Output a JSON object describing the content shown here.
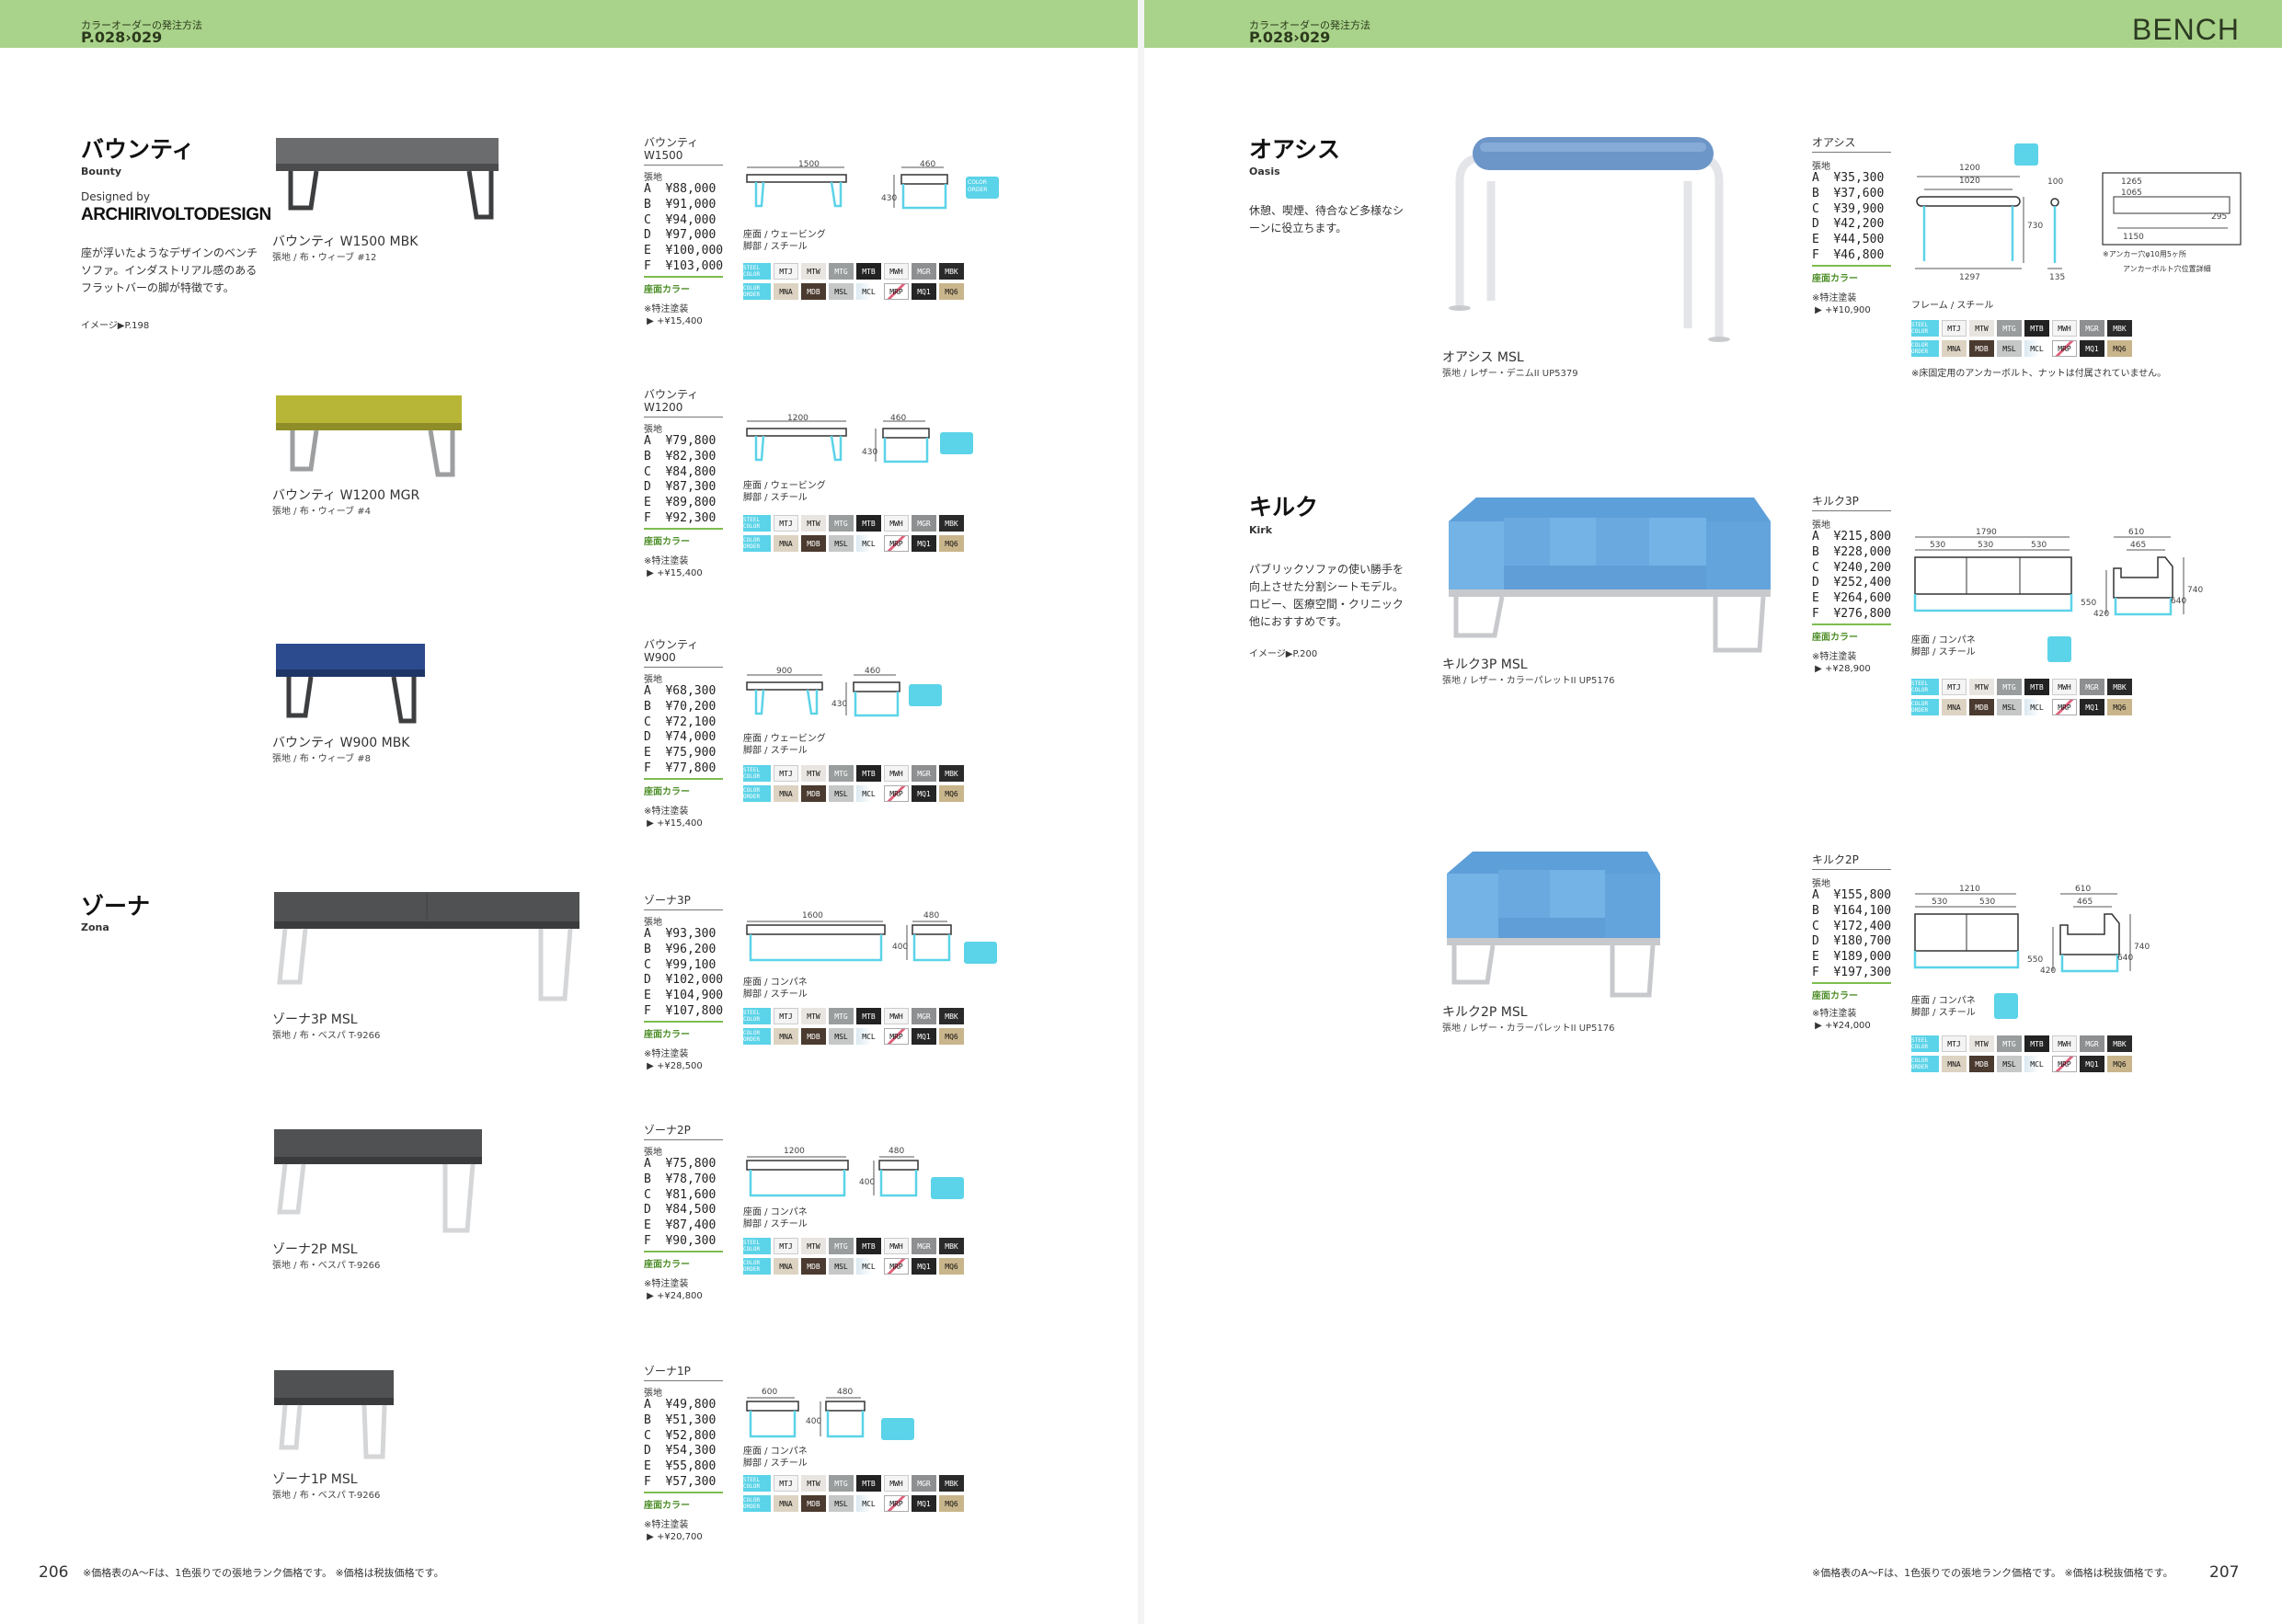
{
  "header": {
    "left_label": "カラーオーダーの発注方法",
    "left_page": "P.028›029",
    "right_label": "カラーオーダーの発注方法",
    "right_page": "P.028›029",
    "section": "BENCH"
  },
  "common": {
    "spec_label": "張地",
    "option_label": "座面カラー",
    "logo_text": "COLOR ORDER",
    "tag_top": "STEEL COLOR",
    "tag_bottom": "COLOR ORDER"
  },
  "swatch_colors": {
    "MTJ": "#f4f4f4",
    "MTW": "#e8e4df",
    "MTG": "#9a9d9d",
    "MTB": "#222222",
    "MWH": "#f4f4f4",
    "MGR": "#8d8f90",
    "MBK": "#2a2a2a",
    "MNA": "#ddd3c2",
    "MDB": "#4b3a2f",
    "MSL": "#c6c7c7",
    "MCL": "#ffffff",
    "MRP": "#f4f4f4",
    "MQ1": "#252525",
    "MQ6": "#c9b58b"
  },
  "bounty": {
    "title": "バウンティ",
    "subtitle": "Bounty",
    "designed_by": "Designed by",
    "designer": "ARCHIRIVOLTODESIGN",
    "desc": "座が浮いたようなデザインのベンチソファ。インダストリアル感のあるフラットバーの脚が特徴です。",
    "image_ref": "イメージ▶P.198"
  },
  "zona": {
    "title": "ゾーナ",
    "subtitle": "Zona"
  },
  "oasis": {
    "title": "オアシス",
    "subtitle": "Oasis",
    "desc": "休憩、喫煙、待合など多様なシーンに役立ちます。"
  },
  "kirk": {
    "title": "キルク",
    "subtitle": "Kirk",
    "desc": "パブリックソファの使い勝手を向上させた分割シートモデル。ロビー、医療空間・クリニック他におすすめです。",
    "image_ref": "イメージ▶P.200"
  },
  "products": [
    {
      "id": "bw1500",
      "caption": "バウンティ W1500 MBK",
      "caption_sub": "張地 / 布・ウィーブ #12",
      "spec_name": [
        "バウンティ",
        "W1500"
      ],
      "prices": "A  ¥88,000\nB  ¥91,000\nC  ¥94,000\nD  ¥97,000\nE  ¥100,000\nF  ¥103,000",
      "material": [
        "座面 / ウェービング",
        "脚部 / スチール"
      ],
      "dims": [
        "1500",
        "460",
        "430"
      ],
      "note": "※特注塗装\n ▶ +¥15,400",
      "row1": [
        "MTJ",
        "MTW",
        "MTG",
        "MTB",
        "MWH",
        "MGR",
        "MBK"
      ],
      "row2": [
        "MNA",
        "MDB",
        "MSL",
        "MCL",
        "MRP",
        "MQ1",
        "MQ6"
      ]
    },
    {
      "id": "bw1200",
      "caption": "バウンティ W1200 MGR",
      "caption_sub": "張地 / 布・ウィーブ #4",
      "spec_name": [
        "バウンティ",
        "W1200"
      ],
      "prices": "A  ¥79,800\nB  ¥82,300\nC  ¥84,800\nD  ¥87,300\nE  ¥89,800\nF  ¥92,300",
      "material": [
        "座面 / ウェービング",
        "脚部 / スチール"
      ],
      "dims": [
        "1200",
        "460",
        "430"
      ],
      "note": "※特注塗装\n ▶ +¥15,400",
      "row1": [
        "MTJ",
        "MTW",
        "MTG",
        "MTB",
        "MWH",
        "MGR",
        "MBK"
      ],
      "row2": [
        "MNA",
        "MDB",
        "MSL",
        "MCL",
        "MRP",
        "MQ1",
        "MQ6"
      ]
    },
    {
      "id": "bw900",
      "caption": "バウンティ W900 MBK",
      "caption_sub": "張地 / 布・ウィーブ #8",
      "spec_name": [
        "バウンティ",
        "W900"
      ],
      "prices": "A  ¥68,300\nB  ¥70,200\nC  ¥72,100\nD  ¥74,000\nE  ¥75,900\nF  ¥77,800",
      "material": [
        "座面 / ウェービング",
        "脚部 / スチール"
      ],
      "dims": [
        "900",
        "460",
        "430"
      ],
      "note": "※特注塗装\n ▶ +¥15,400",
      "row1": [
        "MTJ",
        "MTW",
        "MTG",
        "MTB",
        "MWH",
        "MGR",
        "MBK"
      ],
      "row2": [
        "MNA",
        "MDB",
        "MSL",
        "MCL",
        "MRP",
        "MQ1",
        "MQ6"
      ]
    },
    {
      "id": "z3p",
      "caption": "ゾーナ3P MSL",
      "caption_sub": "張地 / 布・ベスパ T-9266",
      "spec_name": [
        "ゾーナ3P"
      ],
      "prices": "A  ¥93,300\nB  ¥96,200\nC  ¥99,100\nD  ¥102,000\nE  ¥104,900\nF  ¥107,800",
      "material": [
        "座面 / コンパネ",
        "脚部 / スチール"
      ],
      "dims": [
        "1600",
        "480",
        "400"
      ],
      "note": "※特注塗装\n ▶ +¥28,500",
      "row1": [
        "MTJ",
        "MTW",
        "MTG",
        "MTB",
        "MWH",
        "MGR",
        "MBK"
      ],
      "row2": [
        "MNA",
        "MDB",
        "MSL",
        "MCL",
        "MRP",
        "MQ1",
        "MQ6"
      ]
    },
    {
      "id": "z2p",
      "caption": "ゾーナ2P MSL",
      "caption_sub": "張地 / 布・ベスパ T-9266",
      "spec_name": [
        "ゾーナ2P"
      ],
      "prices": "A  ¥75,800\nB  ¥78,700\nC  ¥81,600\nD  ¥84,500\nE  ¥87,400\nF  ¥90,300",
      "material": [
        "座面 / コンパネ",
        "脚部 / スチール"
      ],
      "dims": [
        "1200",
        "480",
        "400"
      ],
      "note": "※特注塗装\n ▶ +¥24,800",
      "row1": [
        "MTJ",
        "MTW",
        "MTG",
        "MTB",
        "MWH",
        "MGR",
        "MBK"
      ],
      "row2": [
        "MNA",
        "MDB",
        "MSL",
        "MCL",
        "MRP",
        "MQ1",
        "MQ6"
      ]
    },
    {
      "id": "z1p",
      "caption": "ゾーナ1P MSL",
      "caption_sub": "張地 / 布・ベスパ T-9266",
      "spec_name": [
        "ゾーナ1P"
      ],
      "prices": "A  ¥49,800\nB  ¥51,300\nC  ¥52,800\nD  ¥54,300\nE  ¥55,800\nF  ¥57,300",
      "material": [
        "座面 / コンパネ",
        "脚部 / スチール"
      ],
      "dims": [
        "600",
        "480",
        "400"
      ],
      "note": "※特注塗装\n ▶ +¥20,700",
      "row1": [
        "MTJ",
        "MTW",
        "MTG",
        "MTB",
        "MWH",
        "MGR",
        "MBK"
      ],
      "row2": [
        "MNA",
        "MDB",
        "MSL",
        "MCL",
        "MRP",
        "MQ1",
        "MQ6"
      ]
    },
    {
      "id": "oasis",
      "caption": "オアシス MSL",
      "caption_sub": "張地 / レザー・デニムII UP5379",
      "spec_name": [
        "オアシス"
      ],
      "prices": "A  ¥35,300\nB  ¥37,600\nC  ¥39,900\nD  ¥42,200\nE  ¥44,500\nF  ¥46,800",
      "material": [
        "フレーム / スチール"
      ],
      "dims": [
        "1200",
        "1020",
        "730",
        "1297",
        "135",
        "100",
        "1265",
        "1065",
        "1150",
        "295"
      ],
      "dim_notes": [
        "※アンカー穴φ10用5ヶ所",
        "アンカーボルト穴位置詳細"
      ],
      "note": "※特注塗装\n ▶ +¥10,900",
      "anchor_note": "※床固定用のアンカーボルト、ナットは付属されていません。",
      "row1": [
        "MTJ",
        "MTW",
        "MTG",
        "MTB",
        "MWH",
        "MGR",
        "MBK"
      ],
      "row2": [
        "MNA",
        "MDB",
        "MSL",
        "MCL",
        "MRP",
        "MQ1",
        "MQ6"
      ]
    },
    {
      "id": "kirk3p",
      "caption": "キルク3P MSL",
      "caption_sub": "張地 / レザー・カラーパレットII UP5176",
      "spec_name": [
        "キルク3P"
      ],
      "prices": "A  ¥215,800\nB  ¥228,000\nC  ¥240,200\nD  ¥252,400\nE  ¥264,600\nF  ¥276,800",
      "material": [
        "座面 / コンパネ",
        "脚部 / スチール"
      ],
      "dims": [
        "1790",
        "530",
        "530",
        "530",
        "610",
        "465",
        "740",
        "640",
        "550",
        "420"
      ],
      "note": "※特注塗装\n ▶ +¥28,900",
      "row1": [
        "MTJ",
        "MTW",
        "MTG",
        "MTB",
        "MWH",
        "MGR",
        "MBK"
      ],
      "row2": [
        "MNA",
        "MDB",
        "MSL",
        "MCL",
        "MRP",
        "MQ1",
        "MQ6"
      ]
    },
    {
      "id": "kirk2p",
      "caption": "キルク2P MSL",
      "caption_sub": "張地 / レザー・カラーパレットII UP5176",
      "spec_name": [
        "キルク2P"
      ],
      "prices": "A  ¥155,800\nB  ¥164,100\nC  ¥172,400\nD  ¥180,700\nE  ¥189,000\nF  ¥197,300",
      "material": [
        "座面 / コンパネ",
        "脚部 / スチール"
      ],
      "dims": [
        "1210",
        "530",
        "530",
        "610",
        "465",
        "740",
        "640",
        "550",
        "420"
      ],
      "note": "※特注塗装\n ▶ +¥24,000",
      "row1": [
        "MTJ",
        "MTW",
        "MTG",
        "MTB",
        "MWH",
        "MGR",
        "MBK"
      ],
      "row2": [
        "MNA",
        "MDB",
        "MSL",
        "MCL",
        "MRP",
        "MQ1",
        "MQ6"
      ]
    }
  ],
  "footer": {
    "note": "※価格表のA～Fは、1色張りでの張地ランク価格です。 ※価格は税抜価格です。",
    "left_page": "206",
    "right_page": "207"
  }
}
